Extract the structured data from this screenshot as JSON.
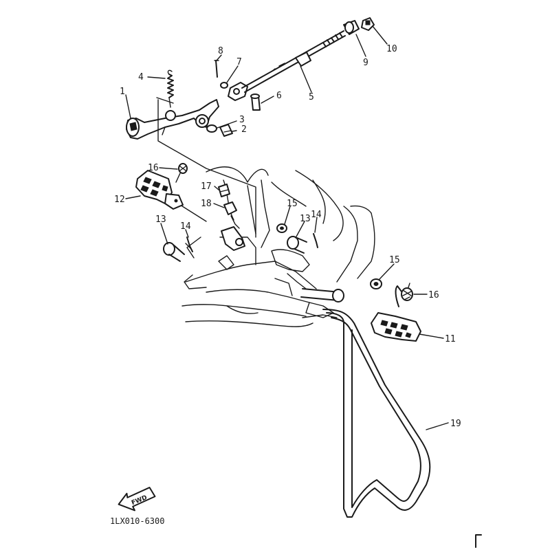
{
  "diagram": {
    "callouts": {
      "c1": "1",
      "c2": "2",
      "c3": "3",
      "c4": "4",
      "c5": "5",
      "c6": "6",
      "c7": "7",
      "c8": "8",
      "c9": "9",
      "c10": "10",
      "c11": "11",
      "c12": "12",
      "c13a": "13",
      "c13b": "13",
      "c14a": "14",
      "c14b": "14",
      "c15a": "15",
      "c15b": "15",
      "c16a": "16",
      "c16b": "16",
      "c17": "17",
      "c18": "18",
      "c19": "19"
    },
    "fwd_label": "FWD",
    "drawing_code": "1LX010-6300"
  }
}
